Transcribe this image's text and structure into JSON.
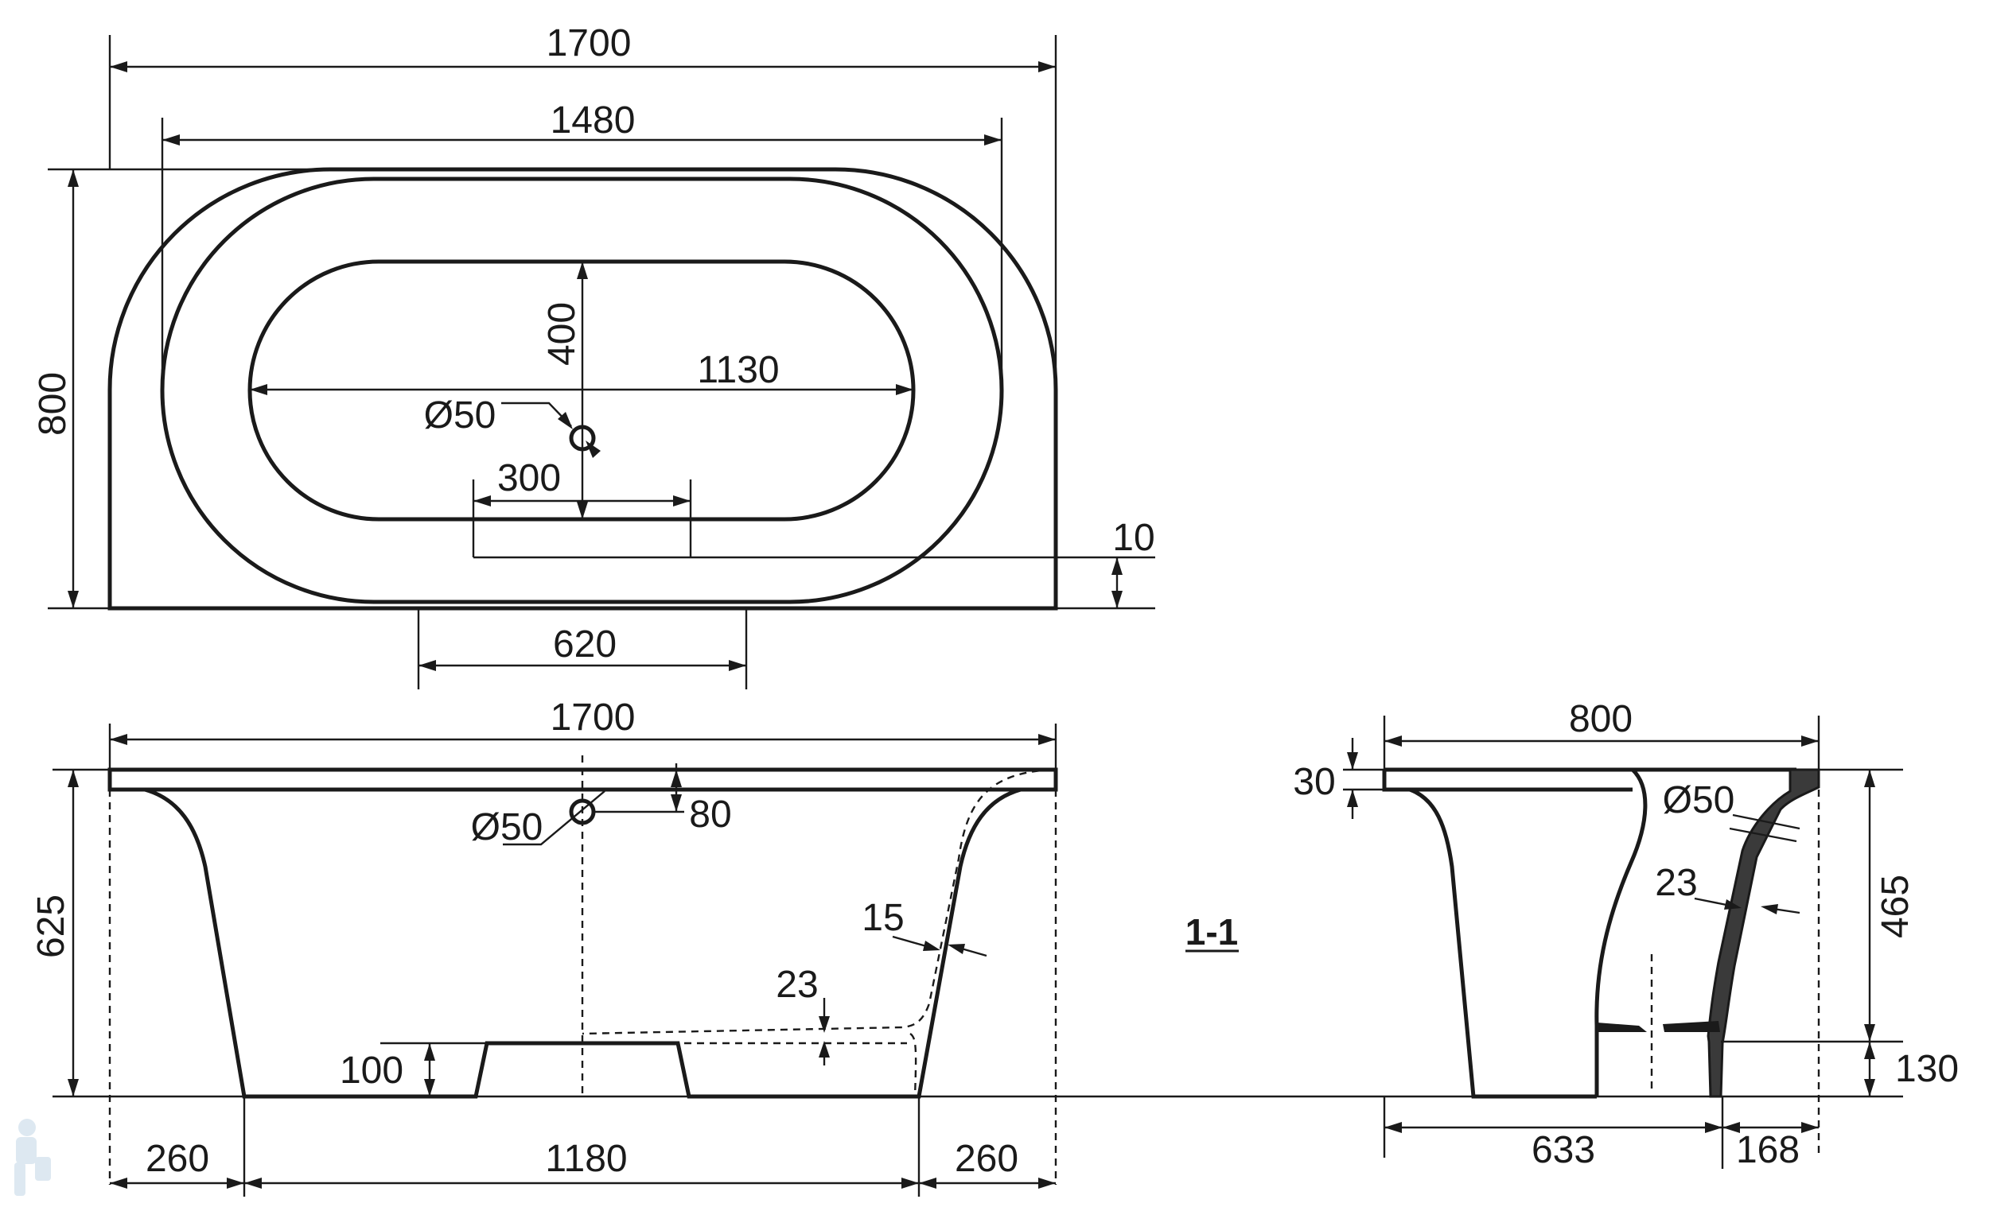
{
  "top_view": {
    "overall_length": "1700",
    "inner_length": "1480",
    "overall_width": "800",
    "basin_half_width": "400",
    "basin_length": "1130",
    "drain_diameter": "Ø50",
    "drain_offset": "300",
    "edge_offset": "10",
    "base_width": "620"
  },
  "front_view": {
    "overall_length": "1700",
    "height": "625",
    "overflow_diameter": "Ø50",
    "overflow_depth": "80",
    "wall_thickness": "15",
    "bottom_thickness": "23",
    "plinth_height": "100",
    "foot_left": "260",
    "base_length": "1180",
    "foot_right": "260"
  },
  "section_label": "1-1",
  "side_view": {
    "overall_width": "800",
    "rim_thickness": "30",
    "overflow_diameter": "Ø50",
    "wall_thickness": "23",
    "inner_height": "465",
    "base_height": "130",
    "base_depth": "633",
    "foot_depth": "168"
  }
}
